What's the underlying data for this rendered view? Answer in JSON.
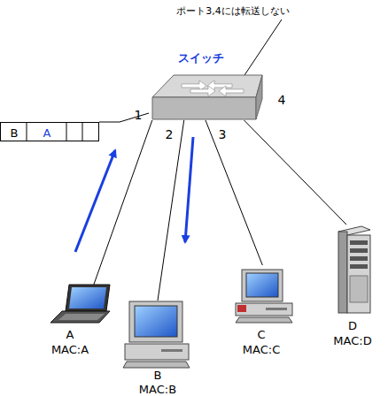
{
  "diagram": {
    "nodes": [
      {
        "text": [
          "スイッチ"
        ]
      },
      {
        "text": [
          "B",
          "A"
        ]
      },
      {
        "text": [
          "A",
          "MAC:A"
        ]
      },
      {
        "text": [
          "B",
          "MAC:B"
        ]
      },
      {
        "text": [
          "C",
          "MAC:C"
        ]
      },
      {
        "text": [
          "D",
          "MAC:D"
        ]
      }
    ],
    "edges": [
      {
        "from": 1,
        "to": 0,
        "arrow": "none"
      },
      {
        "from": 0,
        "to": 2,
        "arrow": "none"
      },
      {
        "from": 0,
        "to": 3,
        "arrow": "none"
      },
      {
        "from": 0,
        "to": 4,
        "arrow": "none"
      },
      {
        "from": 0,
        "to": 5,
        "arrow": "none"
      }
    ],
    "labels": [
      "ポート3,4には転送しない",
      "1",
      "2",
      "3",
      "4"
    ]
  }
}
